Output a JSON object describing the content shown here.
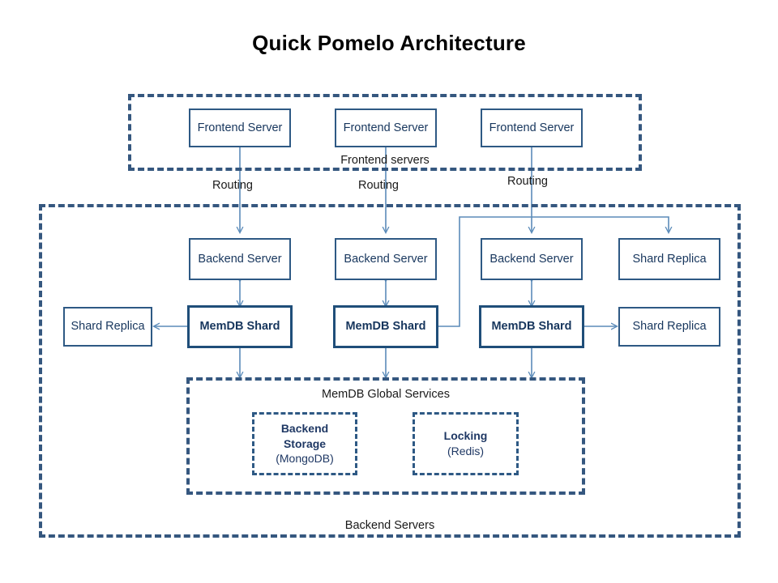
{
  "title": "Quick Pomelo Architecture",
  "colors": {
    "node_border": "#2E5984",
    "node_border_strong": "#1F4E79",
    "node_text": "#17365D",
    "dashed_border": "#35577F",
    "connector": "#5B8BB9",
    "title_text": "#000000"
  },
  "frontend_group": {
    "label": "Frontend servers",
    "nodes": [
      {
        "label": "Frontend Server"
      },
      {
        "label": "Frontend Server"
      },
      {
        "label": "Frontend Server"
      }
    ]
  },
  "routing_labels": [
    {
      "label": "Routing"
    },
    {
      "label": "Routing"
    },
    {
      "label": "Routing"
    }
  ],
  "backend_group": {
    "label": "Backend Servers",
    "server_row": [
      {
        "label": "Backend Server"
      },
      {
        "label": "Backend Server"
      },
      {
        "label": "Backend Server"
      },
      {
        "label": "Shard Replica"
      }
    ],
    "shard_row": [
      {
        "label": "Shard Replica"
      },
      {
        "label": "MemDB Shard"
      },
      {
        "label": "MemDB Shard"
      },
      {
        "label": "MemDB Shard"
      },
      {
        "label": "Shard Replica"
      }
    ]
  },
  "global_services": {
    "label": "MemDB Global Services",
    "services": [
      {
        "name": "Backend\nStorage",
        "name_line1": "Backend",
        "name_line2": "Storage",
        "detail": "(MongoDB)"
      },
      {
        "name": "Locking",
        "name_line1": "Locking",
        "name_line2": "",
        "detail": "(Redis)"
      }
    ]
  }
}
